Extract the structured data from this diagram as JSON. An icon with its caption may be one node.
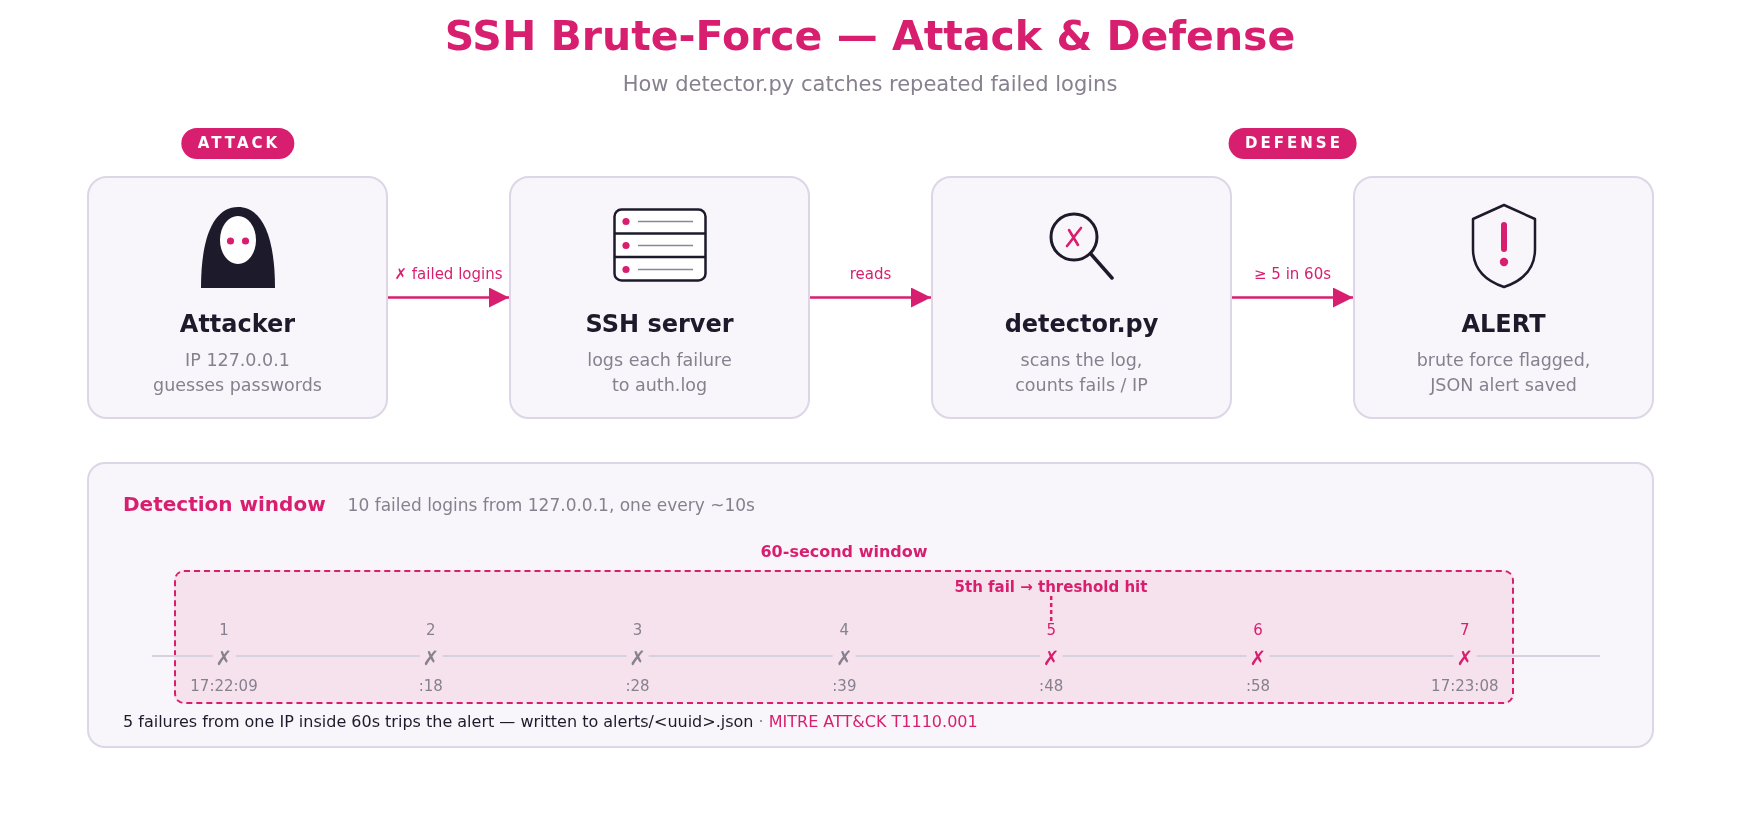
{
  "diagram": {
    "title": "SSH Brute-Force — Attack & Defense",
    "nodes": [
      {
        "text": [
          "ATTACK"
        ]
      },
      {
        "text": [
          "DEFENSE"
        ]
      },
      {
        "text": [
          "Attacker",
          "IP 127.0.0.1 guesses passwords"
        ]
      },
      {
        "text": [
          "SSH server",
          "logs each failure to auth.log"
        ]
      },
      {
        "text": [
          "detector.py",
          "scans the log, counts fails / IP"
        ]
      },
      {
        "text": [
          "ALERT",
          "brute force flagged, JSON alert saved"
        ]
      },
      {
        "text": [
          "Detection window",
          "10 failed logins from 127.0.0.1, one every ~10s"
        ]
      },
      {
        "text": [
          "60-second window"
        ],
        "in": 6
      },
      {
        "text": [
          "5th fail → threshold hit"
        ],
        "in": 7
      },
      {
        "text": [
          "5"
        ],
        "in": 7
      }
    ],
    "edges": [
      {
        "from": 2,
        "to": 3,
        "arrow": "to",
        "label": "✗ failed logins"
      },
      {
        "from": 3,
        "to": 4,
        "arrow": "to",
        "label": "reads"
      },
      {
        "from": 4,
        "to": 5,
        "arrow": "to",
        "label": "≥ 5 in 60s"
      },
      {
        "from": 8,
        "to": 9,
        "arrow": "none",
        "style": "dashed"
      }
    ],
    "labels": [
      "How detector.py catches repeated failed logins",
      "1",
      "2",
      "3",
      "4",
      "6",
      "7",
      "✗",
      "✗",
      "✗",
      "✗",
      "✗",
      "✗",
      "✗",
      "17:22:09",
      ":18",
      ":28",
      ":39",
      ":48",
      ":58",
      "17:23:08",
      "5 failures from one IP inside 60s trips the alert — written to alerts/<uuid>.json",
      "·",
      "MITRE ATT&CK T1110.001"
    ]
  }
}
